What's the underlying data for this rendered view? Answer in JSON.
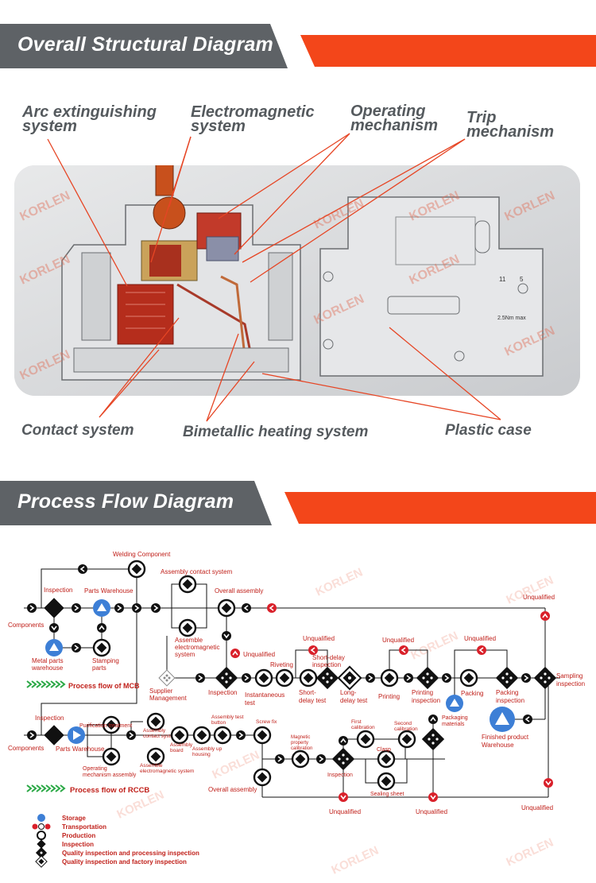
{
  "section1": {
    "title": "Overall Structural Diagram",
    "labels": {
      "arc": [
        "Arc extinguishing",
        "system"
      ],
      "electro": [
        "Electromagnetic",
        "system"
      ],
      "operating": [
        "Operating",
        "mechanism"
      ],
      "trip": [
        "Trip",
        "mechanism"
      ],
      "contact": "Contact system",
      "bimetallic": "Bimetallic heating system",
      "plastic": "Plastic case"
    },
    "watermark": "KORLEN",
    "case_marks": {
      "t1": "11",
      "t2": "5",
      "t3": "2.5Nm max"
    }
  },
  "section2": {
    "title": "Process Flow Diagram",
    "mcb": {
      "welding": "Welding Component",
      "assembly_contact": "Assembly contact system",
      "inspection": "Inspection",
      "parts_warehouse": "Parts Warehouse",
      "overall_assembly": "Overall assembly",
      "components": "Components",
      "metal_parts": [
        "Metal parts",
        "warehouse"
      ],
      "stamping": [
        "Stamping",
        "parts"
      ],
      "assemble_em": [
        "Assemble",
        "electromagnetic",
        "system"
      ],
      "supplier": [
        "Supplier",
        "Management"
      ],
      "unqualified": "Unqualified",
      "riveting": "Riveting",
      "short_delay_insp": [
        "Short-delay",
        "inspection"
      ],
      "inspection2": "Inspection",
      "instant": [
        "Instantaneous",
        "test"
      ],
      "short_delay": [
        "Short-",
        "delay test"
      ],
      "long_delay": [
        "Long-",
        "delay test"
      ],
      "printing": "Printing",
      "printing_insp": [
        "Printing",
        "inspection"
      ],
      "packing": "Packing",
      "packing_insp": [
        "Packing",
        "inspection"
      ],
      "sampling": [
        "Sampling",
        "inspection"
      ],
      "packaging_materials": [
        "Packaging",
        "materials"
      ],
      "finished": [
        "Finished product",
        "Warehouse"
      ],
      "flow_title": "Process flow of MCB"
    },
    "rccb": {
      "inspection": "Inspection",
      "purification": "Purification treatment",
      "assembly_contact": [
        "Assembly",
        "contact system"
      ],
      "assembly_board": [
        "Assembly",
        "board"
      ],
      "assembly_test_button": [
        "Assembly test",
        "button"
      ],
      "assembly_up": [
        "Assembly up",
        "housing"
      ],
      "screw_fix": "Screw fix",
      "first_calibration": [
        "First",
        "calibration"
      ],
      "second_calibration": [
        "Second",
        "calibration"
      ],
      "components": "Components",
      "parts_warehouse": "Parts Warehouse",
      "operating": [
        "Operating",
        "mechanism assembly"
      ],
      "assemble_em": [
        "Assemble",
        "electromagnetic system"
      ],
      "magnetic": [
        "Magnetic",
        "property",
        "calibration"
      ],
      "inspection2": "Inspection",
      "clasp": "Clasp",
      "sealing": "Sealing sheet",
      "overall_assembly": "Overall assembly",
      "unqualified": "Unqualified",
      "flow_title": "Process flow of RCCB"
    },
    "legend": [
      "Storage",
      "Transportation",
      "Production",
      "Inspection",
      "Quality inspection and processing inspection",
      "Quality inspection and factory inspection"
    ]
  },
  "colors": {
    "grey": "#5e6266",
    "orange": "#f3461a",
    "red": "#d9202a",
    "blue": "#3d7fd6",
    "label": "#555a5e"
  }
}
